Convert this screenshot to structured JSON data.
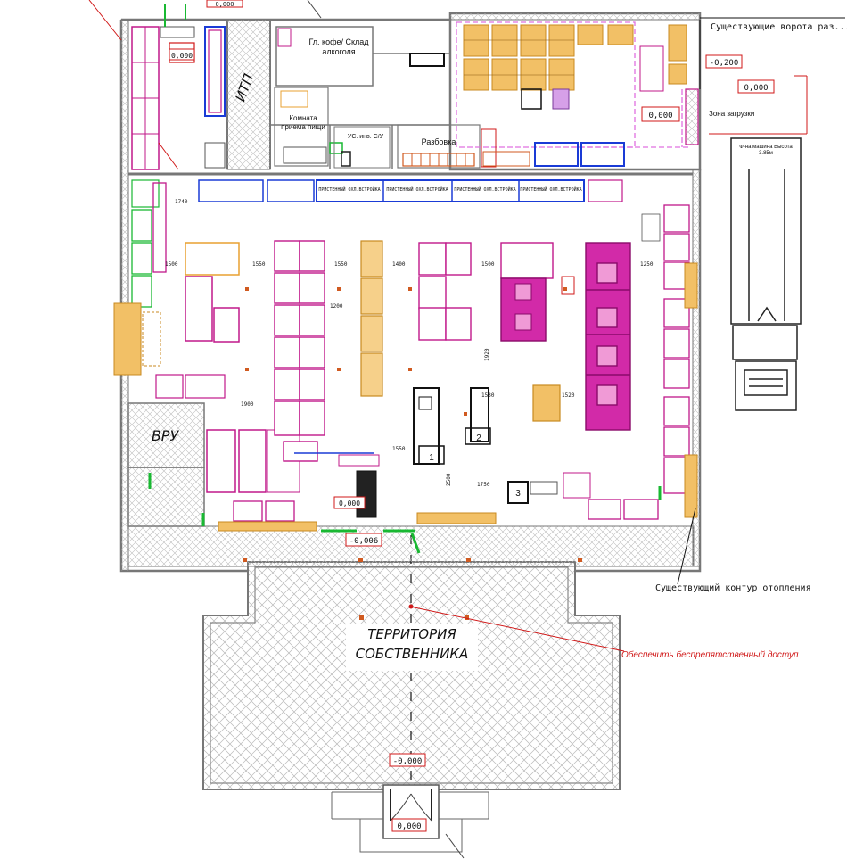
{
  "rooms": {
    "itp": "ИТП",
    "vru": "ВРУ",
    "office": "Гл. кофе/ Склад алкоголя",
    "reception": "Комната приема пищи",
    "wc": "УС. инв. С/У",
    "unloading_area": "Разбовка",
    "loading_zone": "Зона загрузки",
    "owner_territory": "ТЕРРИТОРИЯ СОБСТВЕННИКА"
  },
  "annotations": {
    "existing_gates": "Существующие ворота раз...",
    "existing_heating": "Существующий контур отопления",
    "free_access": "Обеспечить беспрепятственный доступ",
    "truck": "Ф-на машина Высота 3.85м"
  },
  "levels": {
    "top": "0,000",
    "gate": "-0,200",
    "loading": "0,000",
    "warehouse": "0,000",
    "left_room": "0,000",
    "cashier": "0,000",
    "entrance": "-0,006",
    "territory": "-0,000",
    "bottom": "0,000"
  },
  "cash_desks": [
    "1",
    "2",
    "3"
  ],
  "aisle_labels": [
    "1550",
    "1550",
    "1400",
    "1200",
    "1500",
    "1250",
    "1500",
    "1920",
    "1900",
    "1550",
    "1750",
    "1740",
    "1530",
    "1520",
    "2500"
  ],
  "shelf_labels": [
    "ПРИСТЕННЫЙ ОХЛ.ВСТРОЙКА",
    "ПРИСТЕННЫЙ ОХЛ.ВСТРОЙКА",
    "ПРИСТЕННЫЙ ОХЛ.ВСТРОЙКА",
    "ПРИСТЕННЫЙ ОХЛ.ВСТРОЙКА"
  ],
  "colors": {
    "wall": "#8a8a8a",
    "hatch": "#b0b0b0",
    "magenta": "#c0188a",
    "orange": "#e8a030",
    "blue": "#1a3bd6",
    "green": "#19b832",
    "red": "#d01818",
    "pink_zone": "#e070e0"
  }
}
